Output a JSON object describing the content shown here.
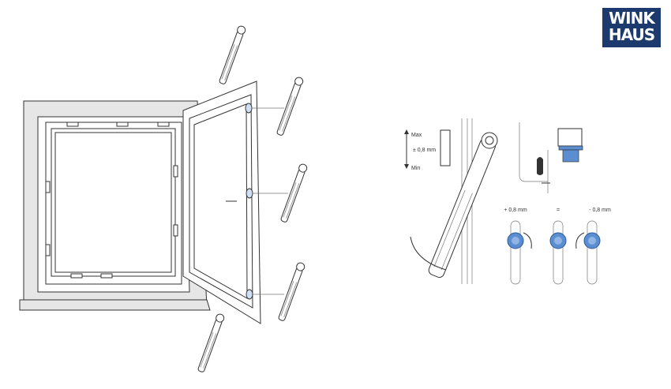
{
  "logo": {
    "line1": "WINK",
    "line2": "HAUS",
    "color": "#1d3a6e"
  },
  "adjustment": {
    "max_label": "Max",
    "range_label": "± 0,8 mm",
    "min_label": "Min"
  },
  "positions": [
    {
      "label": "+ 0,8 mm"
    },
    {
      "label": "="
    },
    {
      "label": "- 0,8 mm"
    }
  ],
  "accent_color": "#5b8ed0"
}
